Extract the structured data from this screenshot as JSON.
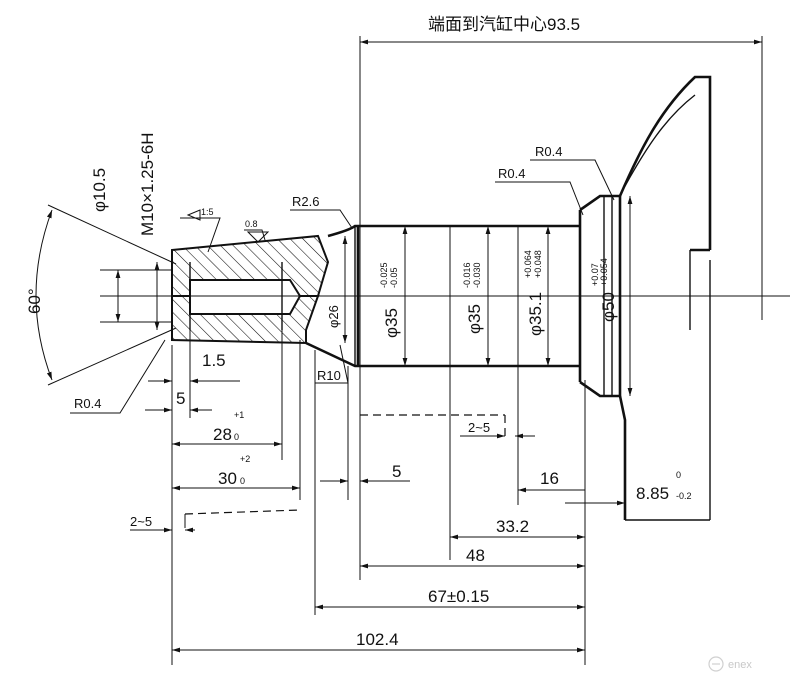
{
  "title": "端面到汽缸中心93.5",
  "watermark": "enex",
  "left_labels": {
    "phi10_5": "φ10.5",
    "thread": "M10×1.25-6H",
    "taper": "1:5",
    "roughness": "0.8",
    "angle": "60°"
  },
  "radius_labels": {
    "r26": "R2.6",
    "r04_left": "R0.4",
    "r04_mid": "R0.4",
    "r04_top": "R0.4",
    "r10": "R10"
  },
  "diameters": {
    "d26": "φ26",
    "d35_a": {
      "base": "φ35",
      "upper": "-0.025",
      "lower": "-0.05"
    },
    "d35_b": {
      "base": "φ35",
      "upper": "-0.016",
      "lower": "-0.030"
    },
    "d35_1": {
      "base": "φ35.1",
      "upper": "+0.064",
      "lower": "+0.048"
    },
    "d50": {
      "base": "φ50",
      "upper": "+0.07",
      "lower": "+0.054"
    }
  },
  "lengths": {
    "l1_5": "1.5",
    "l5_left": "5",
    "l28": {
      "base": "28",
      "upper": "+1",
      "lower": "0"
    },
    "l30": {
      "base": "30",
      "upper": "+2",
      "lower": "0"
    },
    "l2_5_left": "2~5",
    "l2_5_mid": "2~5",
    "l5_mid": "5",
    "l16": "16",
    "l8_85": {
      "base": "8.85",
      "upper": "0",
      "lower": "-0.2"
    },
    "l33_2": "33.2",
    "l48": "48",
    "l67": "67±0.15",
    "l102_4": "102.4"
  }
}
